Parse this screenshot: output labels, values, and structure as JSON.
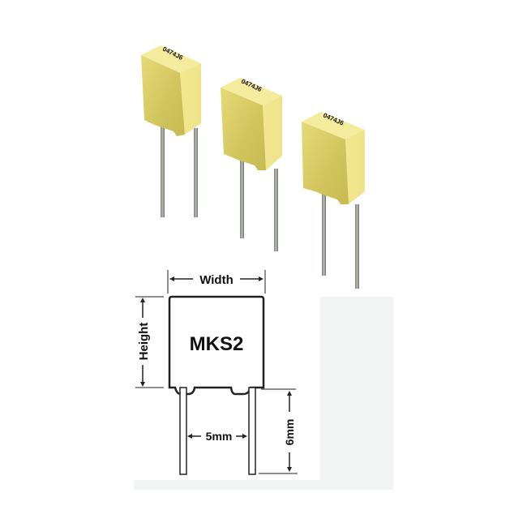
{
  "photo": {
    "capacitors": [
      {
        "marking": "0474J6"
      },
      {
        "marking": "0474J6"
      },
      {
        "marking": "0474J6"
      }
    ],
    "body_color": "#e8dc7a",
    "body_shade_color": "#cfc25a",
    "top_color": "#f3ea98",
    "lead_color": "#9a9e98"
  },
  "diagram": {
    "part_label": "MKS2",
    "width_label": "Width",
    "height_label": "Height",
    "pitch_label": "5mm",
    "lead_length_label": "6mm"
  },
  "panel": {
    "background_color": "#f2f4f3"
  }
}
